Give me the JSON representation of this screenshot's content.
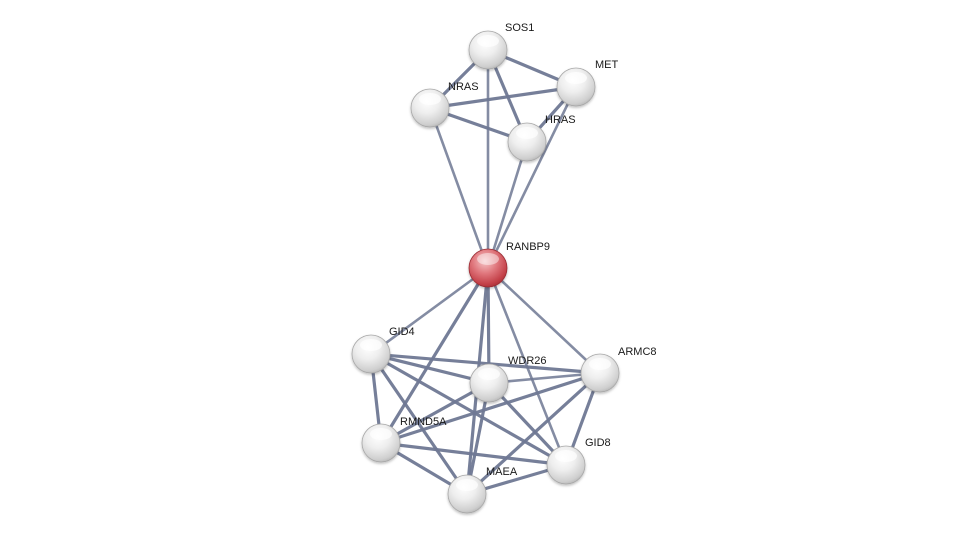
{
  "network": {
    "query_color": "#cc3a44",
    "node_color": "#d8d8d8",
    "edge_color": "#6f7893",
    "nodes": [
      {
        "id": "SOS1",
        "label": "SOS1",
        "query": false
      },
      {
        "id": "MET",
        "label": "MET",
        "query": false
      },
      {
        "id": "NRAS",
        "label": "NRAS",
        "query": false
      },
      {
        "id": "HRAS",
        "label": "HRAS",
        "query": false
      },
      {
        "id": "RANBP9",
        "label": "RANBP9",
        "query": true
      },
      {
        "id": "GID4",
        "label": "GID4",
        "query": false
      },
      {
        "id": "WDR26",
        "label": "WDR26",
        "query": false
      },
      {
        "id": "ARMC8",
        "label": "ARMC8",
        "query": false
      },
      {
        "id": "RMND5A",
        "label": "RMND5A",
        "query": false
      },
      {
        "id": "GID8",
        "label": "GID8",
        "query": false
      },
      {
        "id": "MAEA",
        "label": "MAEA",
        "query": false
      }
    ],
    "edges": [
      {
        "a": "SOS1",
        "b": "MET",
        "weight": "high"
      },
      {
        "a": "SOS1",
        "b": "NRAS",
        "weight": "high"
      },
      {
        "a": "SOS1",
        "b": "HRAS",
        "weight": "high"
      },
      {
        "a": "NRAS",
        "b": "MET",
        "weight": "high"
      },
      {
        "a": "NRAS",
        "b": "HRAS",
        "weight": "high"
      },
      {
        "a": "HRAS",
        "b": "MET",
        "weight": "high"
      },
      {
        "a": "SOS1",
        "b": "RANBP9",
        "weight": "medium"
      },
      {
        "a": "NRAS",
        "b": "RANBP9",
        "weight": "medium"
      },
      {
        "a": "HRAS",
        "b": "RANBP9",
        "weight": "medium"
      },
      {
        "a": "MET",
        "b": "RANBP9",
        "weight": "medium"
      },
      {
        "a": "RANBP9",
        "b": "GID4",
        "weight": "medium"
      },
      {
        "a": "RANBP9",
        "b": "WDR26",
        "weight": "high"
      },
      {
        "a": "RANBP9",
        "b": "ARMC8",
        "weight": "medium"
      },
      {
        "a": "RANBP9",
        "b": "RMND5A",
        "weight": "high"
      },
      {
        "a": "RANBP9",
        "b": "GID8",
        "weight": "medium"
      },
      {
        "a": "RANBP9",
        "b": "MAEA",
        "weight": "high"
      },
      {
        "a": "GID4",
        "b": "WDR26",
        "weight": "high"
      },
      {
        "a": "GID4",
        "b": "ARMC8",
        "weight": "high"
      },
      {
        "a": "GID4",
        "b": "RMND5A",
        "weight": "high"
      },
      {
        "a": "GID4",
        "b": "GID8",
        "weight": "high"
      },
      {
        "a": "GID4",
        "b": "MAEA",
        "weight": "high"
      },
      {
        "a": "WDR26",
        "b": "ARMC8",
        "weight": "medium"
      },
      {
        "a": "WDR26",
        "b": "RMND5A",
        "weight": "high"
      },
      {
        "a": "WDR26",
        "b": "GID8",
        "weight": "high"
      },
      {
        "a": "WDR26",
        "b": "MAEA",
        "weight": "high"
      },
      {
        "a": "ARMC8",
        "b": "RMND5A",
        "weight": "high"
      },
      {
        "a": "ARMC8",
        "b": "GID8",
        "weight": "high"
      },
      {
        "a": "ARMC8",
        "b": "MAEA",
        "weight": "high"
      },
      {
        "a": "RMND5A",
        "b": "GID8",
        "weight": "high"
      },
      {
        "a": "RMND5A",
        "b": "MAEA",
        "weight": "high"
      },
      {
        "a": "GID8",
        "b": "MAEA",
        "weight": "high"
      }
    ]
  }
}
